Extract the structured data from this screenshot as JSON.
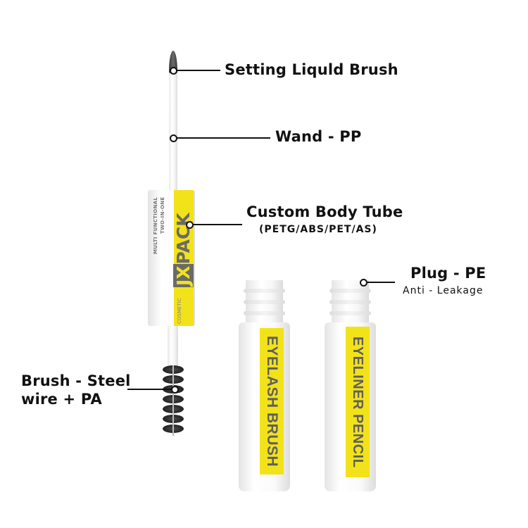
{
  "labels": {
    "setting_brush": "Setting Liquld Brush",
    "wand": "Wand - PP",
    "body_tube": "Custom Body Tube",
    "body_tube_materials": "(PETG/ABS/PET/AS)",
    "plug": "Plug - PE",
    "plug_sub": "Anti - Leakage",
    "brush_line1": "Brush - Steel",
    "brush_line2": "wire + PA"
  },
  "product": {
    "tube_text_line1": "MULTI FUNCTIONAL",
    "tube_text_line2": "TWO-IN-ONE",
    "brand_box": "JX",
    "brand": "PACK",
    "brand_sub": "COSMETIC"
  },
  "bottles": [
    {
      "label": "EYELASH BRUSH"
    },
    {
      "label": "EYELINER PENCIL"
    }
  ],
  "colors": {
    "accent_yellow": "#f2e21a",
    "label_gray": "#5f5f5f",
    "text": "#111111"
  }
}
